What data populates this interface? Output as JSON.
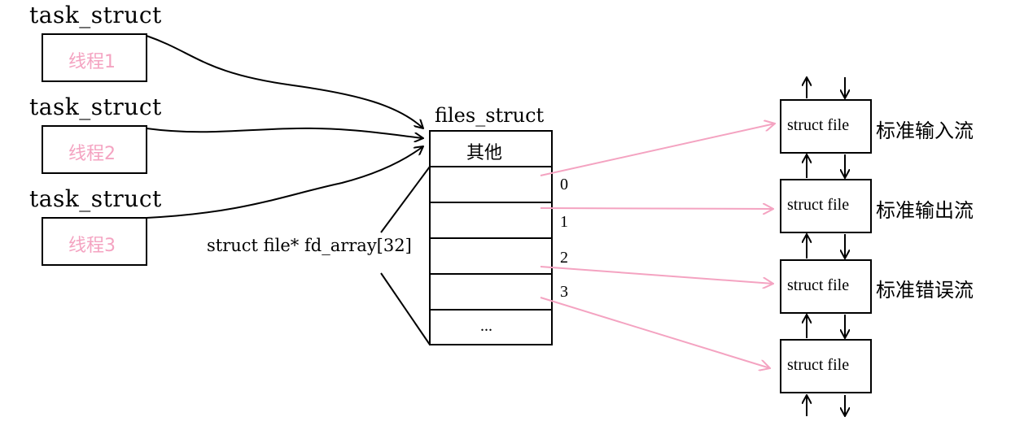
{
  "threads": [
    {
      "type_label": "task_struct",
      "name": "线程1"
    },
    {
      "type_label": "task_struct",
      "name": "线程2"
    },
    {
      "type_label": "task_struct",
      "name": "线程3"
    }
  ],
  "files_struct": {
    "title": "files_struct",
    "other_label": "其他",
    "fd_array_label": "struct file* fd_array[32]",
    "ellipsis": "...",
    "indices": [
      "0",
      "1",
      "2",
      "3"
    ]
  },
  "files": [
    {
      "label": "struct file",
      "stream": "标准输入流"
    },
    {
      "label": "struct file",
      "stream": "标准输出流"
    },
    {
      "label": "struct file",
      "stream": "标准错误流"
    },
    {
      "label": "struct file",
      "stream": ""
    }
  ],
  "colors": {
    "stroke": "#000000",
    "pointer_arrow": "#f4a3c1",
    "thread_text": "#f4a3c1"
  }
}
